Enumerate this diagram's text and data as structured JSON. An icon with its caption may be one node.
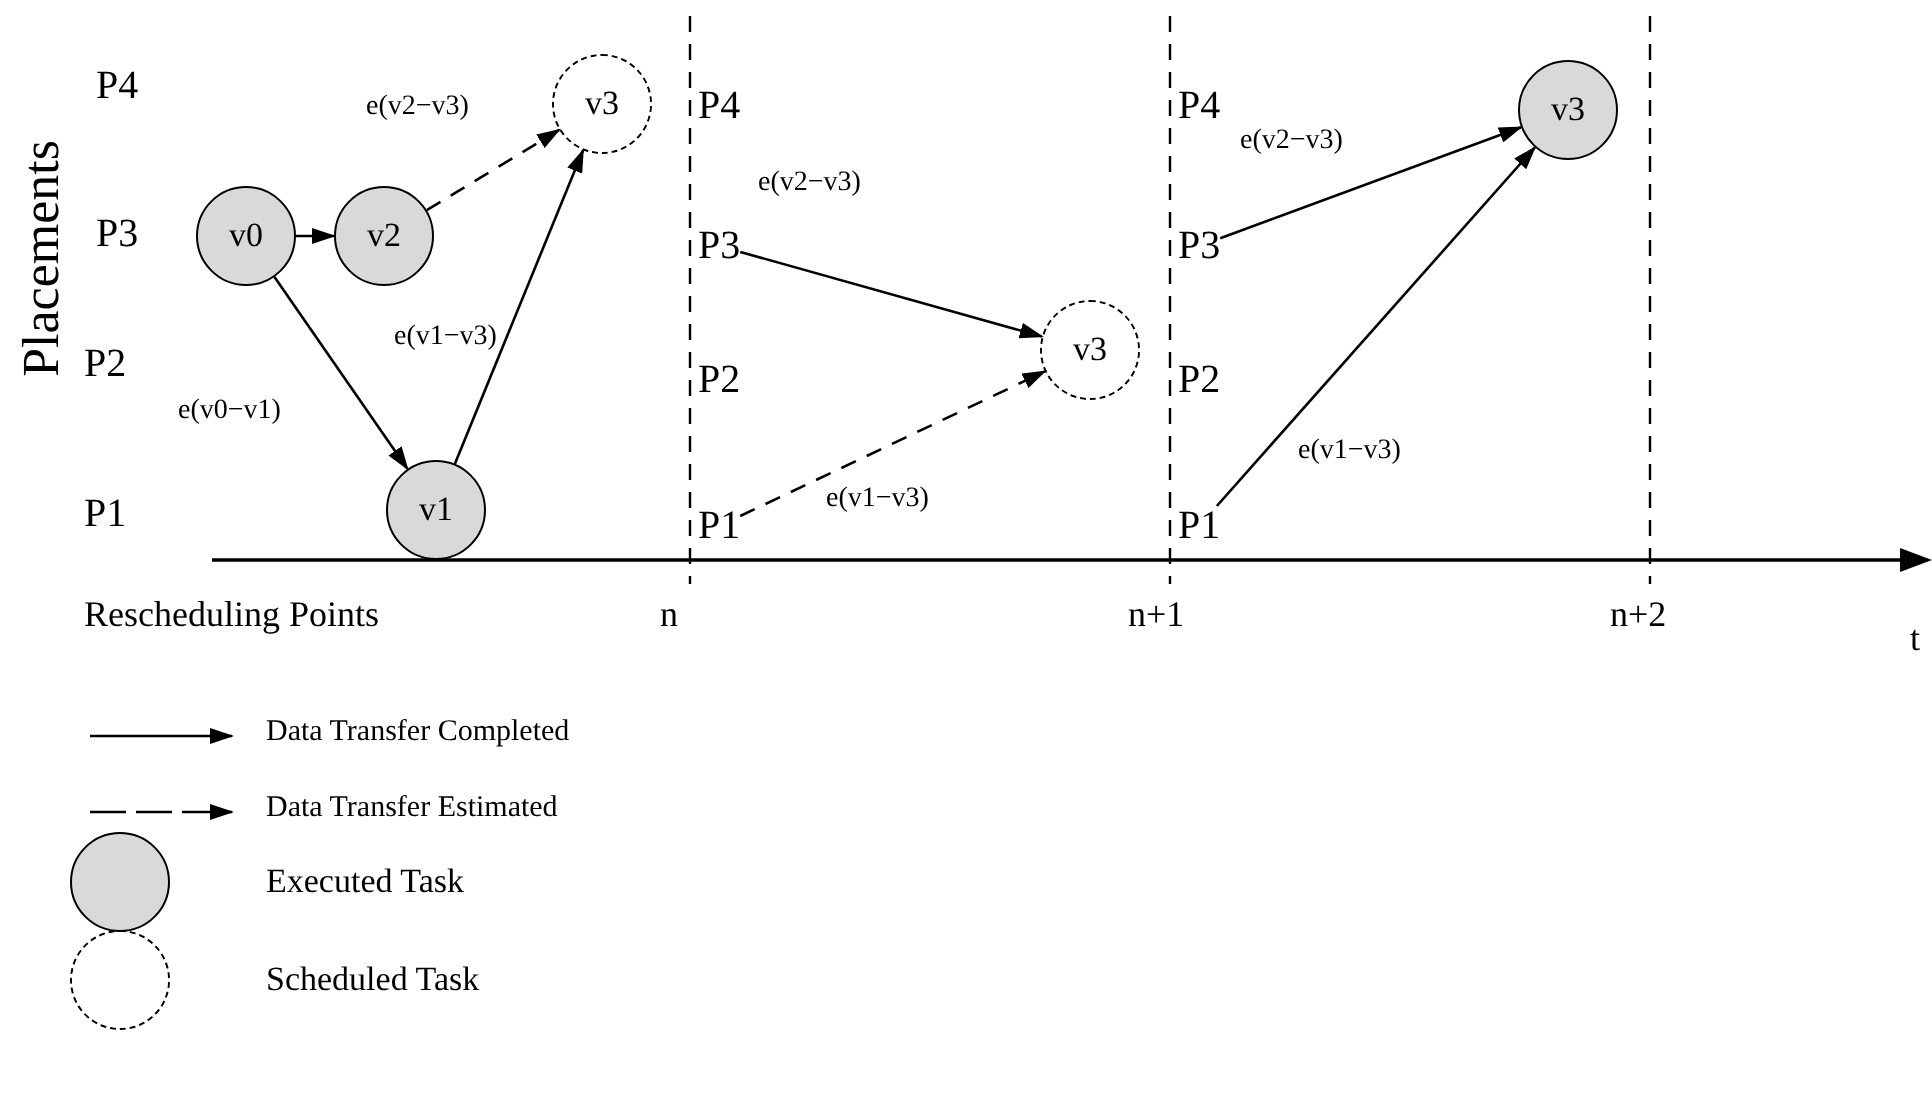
{
  "diagram": {
    "nodes": [
      {
        "text": [
          "v0"
        ]
      },
      {
        "text": [
          "v2"
        ]
      },
      {
        "text": [
          "v1"
        ]
      },
      {
        "text": [
          "v3"
        ]
      },
      {
        "text": [
          "P3"
        ]
      },
      {
        "text": [
          "P1"
        ]
      },
      {
        "text": [
          "v3"
        ]
      },
      {
        "text": [
          "P3"
        ]
      },
      {
        "text": [
          "P1"
        ]
      },
      {
        "text": [
          "v3"
        ]
      }
    ],
    "edges": [
      {
        "from": 0,
        "to": 1,
        "arrow": "to"
      },
      {
        "from": 0,
        "to": 2,
        "arrow": "to",
        "label": "e(v0−v1)"
      },
      {
        "from": 1,
        "to": 3,
        "arrow": "to",
        "label": "e(v2−v3)",
        "style": "dashed"
      },
      {
        "from": 2,
        "to": 3,
        "arrow": "to",
        "label": "e(v1−v3)"
      },
      {
        "from": 4,
        "to": 6,
        "arrow": "to",
        "label": "e(v2−v3)"
      },
      {
        "from": 5,
        "to": 6,
        "arrow": "to",
        "label": "e(v1−v3)",
        "style": "dashed"
      },
      {
        "from": 7,
        "to": 9,
        "arrow": "to",
        "label": "e(v2−v3)"
      },
      {
        "from": 8,
        "to": 9,
        "arrow": "to",
        "label": "e(v1−v3)"
      }
    ],
    "labels": [
      "Placements",
      "P4",
      "P3",
      "P2",
      "P1",
      "P4",
      "P2",
      "P4",
      "P2",
      "Rescheduling Points",
      "n",
      "n+1",
      "n+2",
      "t"
    ],
    "legend": [
      {
        "text": "Data Transfer Completed"
      },
      {
        "text": "Data Transfer Estimated"
      },
      {
        "text": "Executed Task"
      },
      {
        "text": "Scheduled Task"
      }
    ]
  }
}
